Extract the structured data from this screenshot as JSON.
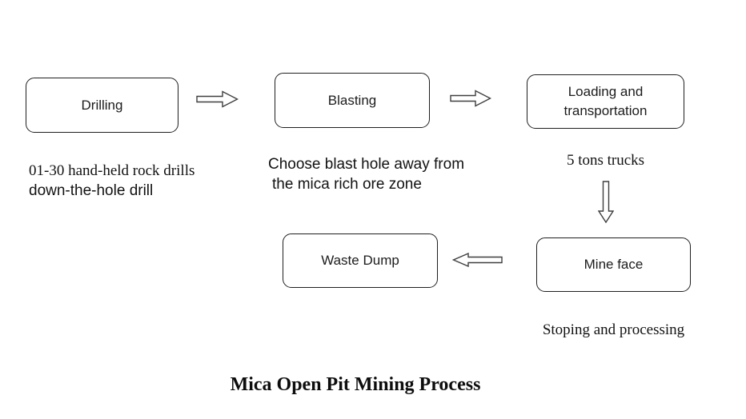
{
  "diagram": {
    "title": "Mica Open Pit Mining Process",
    "nodes": {
      "drilling": {
        "label": "Drilling"
      },
      "blasting": {
        "label": "Blasting"
      },
      "loading": {
        "label": "Loading and transportation"
      },
      "mine_face": {
        "label": "Mine face"
      },
      "waste_dump": {
        "label": "Waste Dump"
      }
    },
    "captions": {
      "drilling_line1": "01-30 hand-held rock drills",
      "drilling_line2": "down-the-hole drill",
      "blasting_line1": "Choose blast hole away from",
      "blasting_line2": "the mica rich ore zone",
      "loading": "5 tons trucks",
      "mine_face": "Stoping and processing"
    },
    "connectors": [
      {
        "name": "drilling-to-blasting",
        "direction": "right"
      },
      {
        "name": "blasting-to-loading",
        "direction": "right"
      },
      {
        "name": "loading-to-mine-face",
        "direction": "down"
      },
      {
        "name": "mine-face-to-waste-dump",
        "direction": "left"
      }
    ],
    "colors": {
      "background": "#ffffff",
      "box_border": "#1f1f1f",
      "arrow_stroke": "#3f3f3f",
      "text": "#1a1a1a"
    }
  }
}
